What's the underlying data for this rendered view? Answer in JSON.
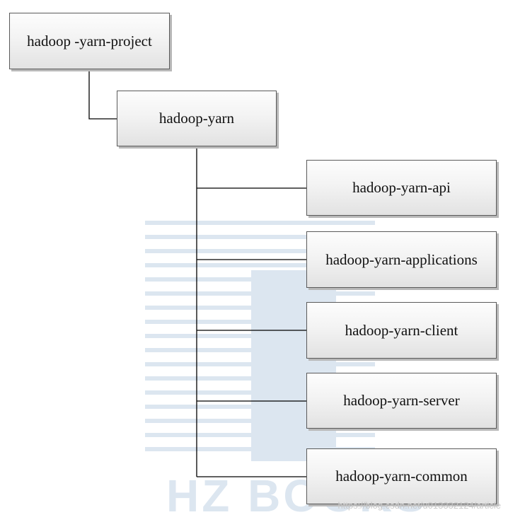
{
  "diagram": {
    "root": {
      "label": "hadoop -yarn-project"
    },
    "child": {
      "label": "hadoop-yarn"
    },
    "modules": [
      {
        "label": "hadoop-yarn-api"
      },
      {
        "label": "hadoop-yarn-applications"
      },
      {
        "label": "hadoop-yarn-client"
      },
      {
        "label": "hadoop-yarn-server"
      },
      {
        "label": "hadoop-yarn-common"
      }
    ]
  },
  "watermark": {
    "text": "HZ BOOKS",
    "url": "https://blog.csdn.net/u013332124/article"
  },
  "colors": {
    "node_border": "#5a5a5a",
    "connector": "#000000",
    "watermark": "#2f6aa8"
  }
}
